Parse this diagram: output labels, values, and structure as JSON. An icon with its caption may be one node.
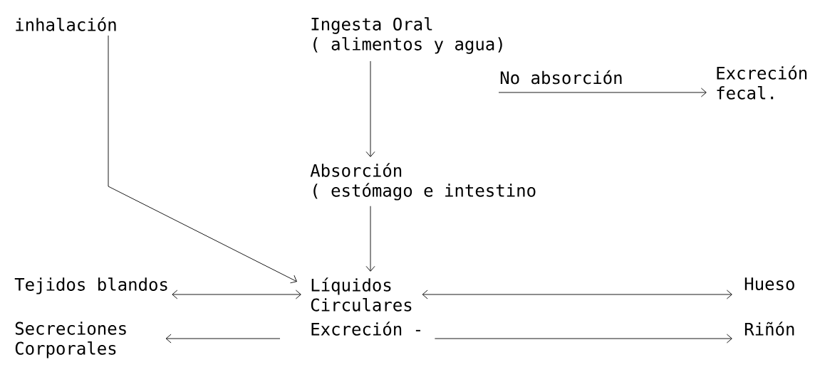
{
  "diagram": {
    "nodes": [
      {
        "text": [
          "inhalación"
        ]
      },
      {
        "text": [
          "Ingesta Oral",
          "( alimentos y agua)"
        ]
      },
      {
        "text": [
          "Excreción fecal."
        ]
      },
      {
        "text": [
          "Absorción",
          "( estómago e intestino"
        ]
      },
      {
        "text": [
          "Tejidos blandos"
        ]
      },
      {
        "text": [
          "Líquidos Circulares"
        ]
      },
      {
        "text": [
          "Hueso"
        ]
      },
      {
        "text": [
          "Secreciones Corporales"
        ]
      },
      {
        "text": [
          "Excreción -"
        ]
      },
      {
        "text": [
          "Riñón"
        ]
      }
    ],
    "edges": [
      {
        "from": 0,
        "to": 5,
        "arrow": "to"
      },
      {
        "from": 1,
        "to": 3,
        "arrow": "to"
      },
      {
        "from": null,
        "to": 2,
        "arrow": "to",
        "label": "No absorción"
      },
      {
        "from": 3,
        "to": 5,
        "arrow": "to"
      },
      {
        "from": 4,
        "to": 5,
        "arrow": "both"
      },
      {
        "from": 5,
        "to": 6,
        "arrow": "both"
      },
      {
        "from": 8,
        "to": 7,
        "arrow": "to"
      },
      {
        "from": 8,
        "to": 9,
        "arrow": "to"
      }
    ]
  }
}
